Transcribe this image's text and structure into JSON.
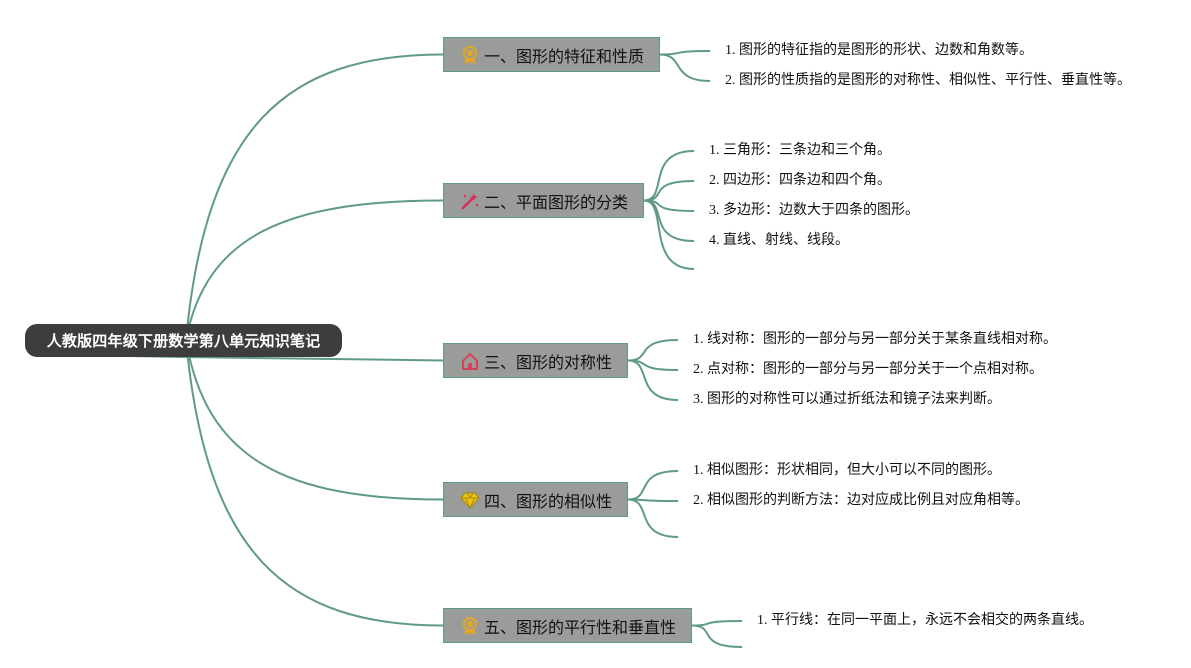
{
  "root": {
    "title": "人教版四年级下册数学第八单元知识笔记"
  },
  "branches": [
    {
      "label": "一、图形的特征和性质",
      "icon": "ribbon-medal-icon",
      "leaves": [
        "1. 图形的特征指的是图形的形状、边数和角数等。",
        "2. 图形的性质指的是图形的对称性、相似性、平行性、垂直性等。"
      ]
    },
    {
      "label": "二、平面图形的分类",
      "icon": "magic-wand-icon",
      "leaves": [
        "1. 三角形：三条边和三个角。",
        "2. 四边形：四条边和四个角。",
        "3. 多边形：边数大于四条的图形。",
        "4. 直线、射线、线段。",
        ""
      ]
    },
    {
      "label": "三、图形的对称性",
      "icon": "home-icon",
      "leaves": [
        "1. 线对称：图形的一部分与另一部分关于某条直线相对称。",
        "2. 点对称：图形的一部分与另一部分关于一个点相对称。",
        "3. 图形的对称性可以通过折纸法和镜子法来判断。"
      ]
    },
    {
      "label": "四、图形的相似性",
      "icon": "diamond-icon",
      "leaves": [
        "1. 相似图形：形状相同，但大小可以不同的图形。",
        "2. 相似图形的判断方法：边对应成比例且对应角相等。",
        ""
      ]
    },
    {
      "label": "五、图形的平行性和垂直性",
      "icon": "ribbon-medal-icon",
      "leaves": [
        "1. 平行线：在同一平面上，永远不会相交的两条直线。",
        ""
      ]
    }
  ],
  "colors": {
    "connector": "#5f9a88",
    "root_bg": "#3d3d3d",
    "branch_bg": "#9a9c9a",
    "medal": "#e5a825",
    "wand": "#e0285a",
    "home": "#d8405a",
    "diamond": "#e8c21a"
  }
}
